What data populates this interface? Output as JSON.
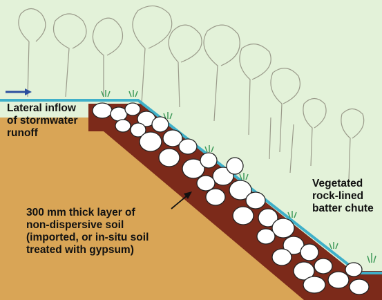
{
  "labels": {
    "inflow": "Lateral inflow\nof stormwater\nrunoff",
    "chute": "Vegetated\nrock-lined\nbatter chute",
    "soil_layer": "300 mm thick layer of\nnon-dispersive soil\n(imported, or in-situ soil\ntreated with gypsum)"
  },
  "colors": {
    "sky": "#e3f2d9",
    "trees": "#9a9a8a",
    "embankment": "#d9a556",
    "soil_layer": "#7c2a1a",
    "rocks": "#ffffff",
    "water": "#3fb0c9",
    "flow_arrow": "#2c4f9e",
    "grass": "#3f9a5a"
  },
  "icons": {
    "flow_arrow": "arrow-right-icon",
    "pointer_arrow": "arrow-pointer-icon"
  }
}
